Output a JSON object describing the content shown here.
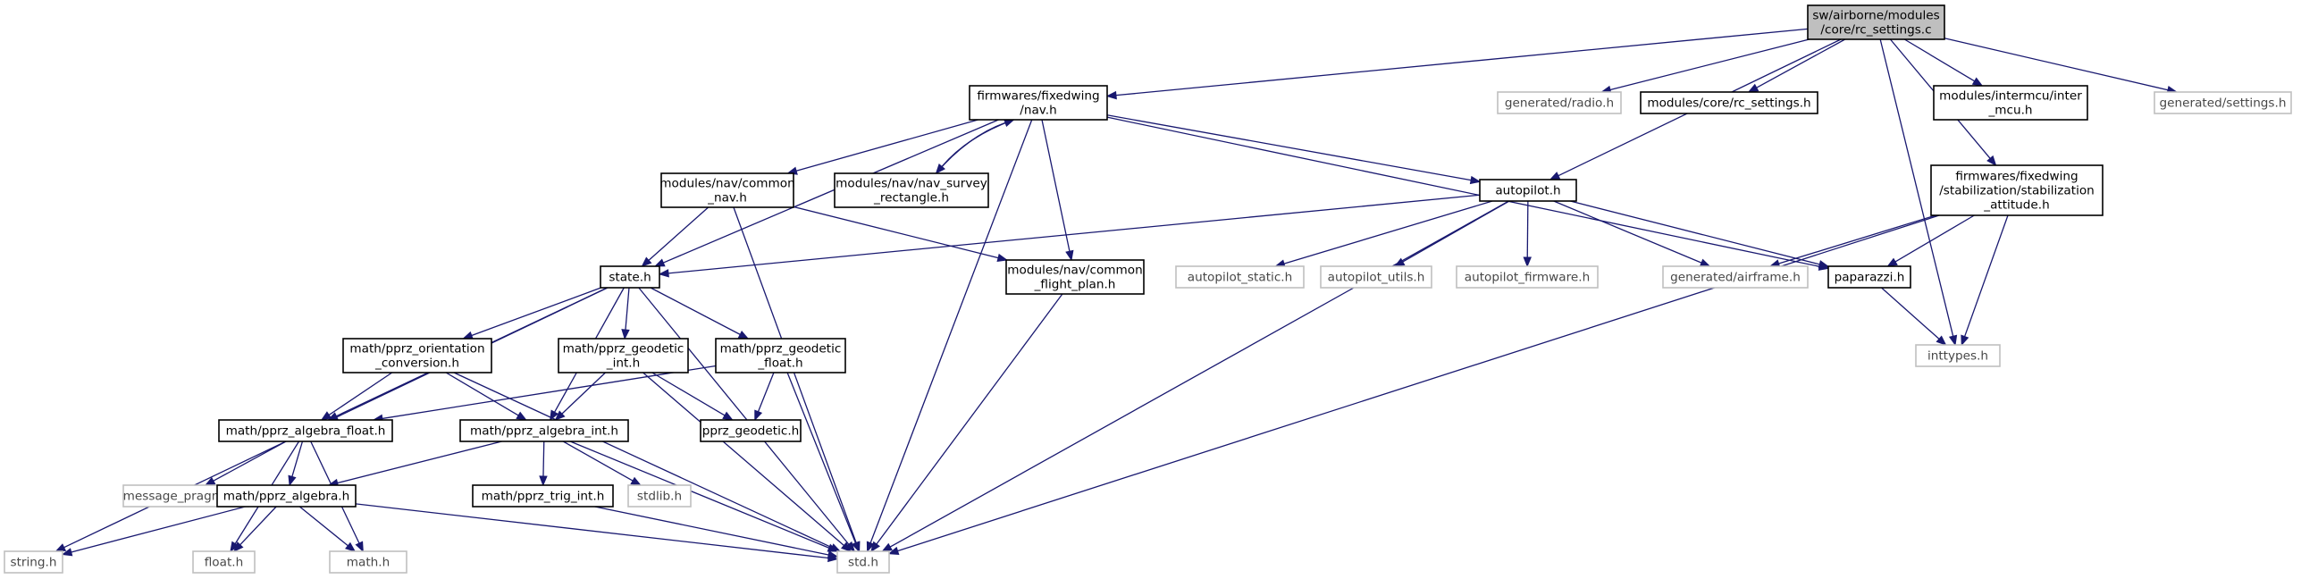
{
  "graph_title": "",
  "colors": {
    "edge": "#191970",
    "node_border": "#000000",
    "external_border": "#bfbfbf",
    "external_text": "#474747",
    "root_fill": "#bfbfbf",
    "node_fill": "#ffffff"
  },
  "nodes": [
    {
      "id": "root",
      "lines": [
        "sw/airborne/modules",
        "/core/rc_settings.c"
      ],
      "style": "root"
    },
    {
      "id": "nav_h",
      "lines": [
        "firmwares/fixedwing",
        "/nav.h"
      ],
      "style": "normal"
    },
    {
      "id": "radio",
      "lines": [
        "generated/radio.h"
      ],
      "style": "external"
    },
    {
      "id": "rc_settings_h",
      "lines": [
        "modules/core/rc_settings.h"
      ],
      "style": "normal"
    },
    {
      "id": "intermcu",
      "lines": [
        "modules/intermcu/inter",
        "_mcu.h"
      ],
      "style": "normal"
    },
    {
      "id": "settings",
      "lines": [
        "generated/settings.h"
      ],
      "style": "external"
    },
    {
      "id": "common_nav",
      "lines": [
        "modules/nav/common",
        "_nav.h"
      ],
      "style": "normal"
    },
    {
      "id": "survey",
      "lines": [
        "modules/nav/nav_survey",
        "_rectangle.h"
      ],
      "style": "normal"
    },
    {
      "id": "autopilot",
      "lines": [
        "autopilot.h"
      ],
      "style": "normal"
    },
    {
      "id": "stab_att",
      "lines": [
        "firmwares/fixedwing",
        "/stabilization/stabilization",
        "_attitude.h"
      ],
      "style": "normal"
    },
    {
      "id": "state",
      "lines": [
        "state.h"
      ],
      "style": "normal"
    },
    {
      "id": "flight_plan",
      "lines": [
        "modules/nav/common",
        "_flight_plan.h"
      ],
      "style": "normal"
    },
    {
      "id": "ap_static",
      "lines": [
        "autopilot_static.h"
      ],
      "style": "external"
    },
    {
      "id": "ap_utils",
      "lines": [
        "autopilot_utils.h"
      ],
      "style": "external"
    },
    {
      "id": "ap_firmware",
      "lines": [
        "autopilot_firmware.h"
      ],
      "style": "external"
    },
    {
      "id": "airframe",
      "lines": [
        "generated/airframe.h"
      ],
      "style": "external"
    },
    {
      "id": "paparazzi",
      "lines": [
        "paparazzi.h"
      ],
      "style": "normal"
    },
    {
      "id": "inttypes",
      "lines": [
        "inttypes.h"
      ],
      "style": "external"
    },
    {
      "id": "orient",
      "lines": [
        "math/pprz_orientation",
        "_conversion.h"
      ],
      "style": "normal"
    },
    {
      "id": "geo_int",
      "lines": [
        "math/pprz_geodetic",
        "_int.h"
      ],
      "style": "normal"
    },
    {
      "id": "geo_float",
      "lines": [
        "math/pprz_geodetic",
        "_float.h"
      ],
      "style": "normal"
    },
    {
      "id": "alg_float",
      "lines": [
        "math/pprz_algebra_float.h"
      ],
      "style": "normal"
    },
    {
      "id": "alg_int",
      "lines": [
        "math/pprz_algebra_int.h"
      ],
      "style": "normal"
    },
    {
      "id": "geodetic",
      "lines": [
        "pprz_geodetic.h"
      ],
      "style": "normal"
    },
    {
      "id": "msg_pragmas",
      "lines": [
        "message_pragmas.h"
      ],
      "style": "external"
    },
    {
      "id": "algebra",
      "lines": [
        "math/pprz_algebra.h"
      ],
      "style": "normal"
    },
    {
      "id": "trig_int",
      "lines": [
        "math/pprz_trig_int.h"
      ],
      "style": "normal"
    },
    {
      "id": "stdlib",
      "lines": [
        "stdlib.h"
      ],
      "style": "external"
    },
    {
      "id": "string",
      "lines": [
        "string.h"
      ],
      "style": "external"
    },
    {
      "id": "float",
      "lines": [
        "float.h"
      ],
      "style": "external"
    },
    {
      "id": "math",
      "lines": [
        "math.h"
      ],
      "style": "external"
    },
    {
      "id": "std",
      "lines": [
        "std.h"
      ],
      "style": "external"
    }
  ],
  "edges": [
    [
      "root",
      "nav_h"
    ],
    [
      "root",
      "radio"
    ],
    [
      "root",
      "rc_settings_h"
    ],
    [
      "root",
      "intermcu"
    ],
    [
      "root",
      "settings"
    ],
    [
      "root",
      "autopilot"
    ],
    [
      "root",
      "stab_att"
    ],
    [
      "root",
      "inttypes"
    ],
    [
      "nav_h",
      "common_nav"
    ],
    [
      "nav_h",
      "survey"
    ],
    [
      "nav_h",
      "autopilot"
    ],
    [
      "nav_h",
      "state"
    ],
    [
      "nav_h",
      "flight_plan"
    ],
    [
      "nav_h",
      "paparazzi"
    ],
    [
      "nav_h",
      "std"
    ],
    [
      "survey",
      "nav_h"
    ],
    [
      "common_nav",
      "state"
    ],
    [
      "common_nav",
      "flight_plan"
    ],
    [
      "common_nav",
      "std"
    ],
    [
      "autopilot",
      "state"
    ],
    [
      "autopilot",
      "ap_static"
    ],
    [
      "autopilot",
      "ap_utils"
    ],
    [
      "autopilot",
      "ap_firmware"
    ],
    [
      "autopilot",
      "airframe"
    ],
    [
      "autopilot",
      "paparazzi"
    ],
    [
      "autopilot",
      "std"
    ],
    [
      "stab_att",
      "airframe"
    ],
    [
      "stab_att",
      "paparazzi"
    ],
    [
      "stab_att",
      "inttypes"
    ],
    [
      "stab_att",
      "std"
    ],
    [
      "paparazzi",
      "inttypes"
    ],
    [
      "flight_plan",
      "std"
    ],
    [
      "state",
      "orient"
    ],
    [
      "state",
      "geo_int"
    ],
    [
      "state",
      "geo_float"
    ],
    [
      "state",
      "alg_float"
    ],
    [
      "state",
      "alg_int"
    ],
    [
      "state",
      "string"
    ],
    [
      "state",
      "std"
    ],
    [
      "orient",
      "alg_float"
    ],
    [
      "orient",
      "alg_int"
    ],
    [
      "orient",
      "std"
    ],
    [
      "geo_int",
      "alg_int"
    ],
    [
      "geo_int",
      "geodetic"
    ],
    [
      "geo_int",
      "std"
    ],
    [
      "geo_float",
      "alg_float"
    ],
    [
      "geo_float",
      "geodetic"
    ],
    [
      "geo_float",
      "std"
    ],
    [
      "alg_float",
      "msg_pragmas"
    ],
    [
      "alg_float",
      "algebra"
    ],
    [
      "alg_float",
      "float"
    ],
    [
      "alg_float",
      "math"
    ],
    [
      "alg_int",
      "algebra"
    ],
    [
      "alg_int",
      "trig_int"
    ],
    [
      "alg_int",
      "stdlib"
    ],
    [
      "alg_int",
      "std"
    ],
    [
      "algebra",
      "string"
    ],
    [
      "algebra",
      "float"
    ],
    [
      "algebra",
      "math"
    ],
    [
      "algebra",
      "std"
    ],
    [
      "trig_int",
      "std"
    ]
  ]
}
